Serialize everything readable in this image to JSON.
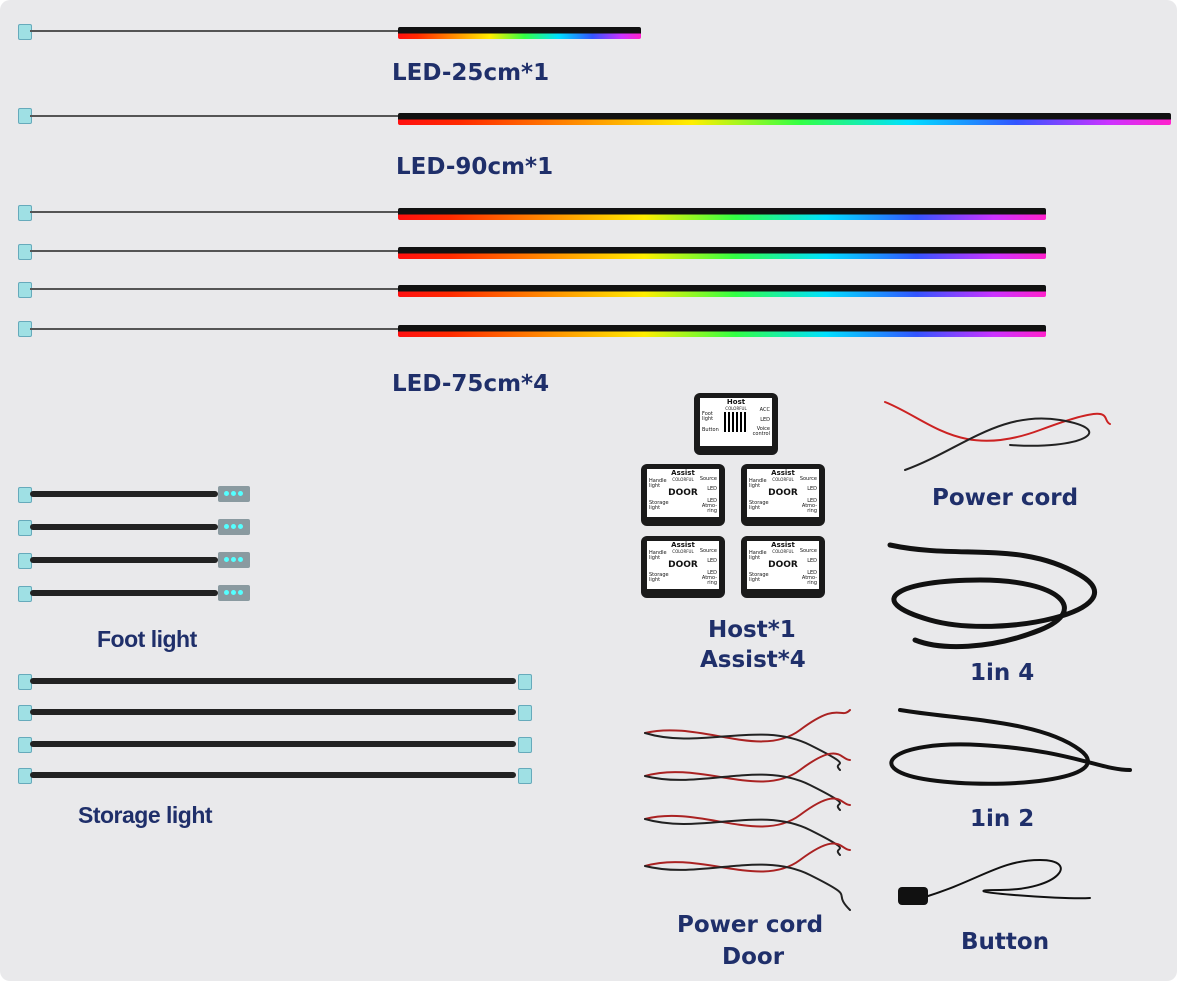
{
  "labels": {
    "led25": "LED-25cm*1",
    "led90": "LED-90cm*1",
    "led75": "LED-75cm*4",
    "foot": "Foot light",
    "storage": "Storage light",
    "host_assist_1": "Host*1",
    "host_assist_2": "Assist*4",
    "power_cord": "Power cord",
    "one_in_four": "1in 4",
    "one_in_two": "1in 2",
    "power_cord_door_1": "Power cord",
    "power_cord_door_2": "Door",
    "button": "Button"
  },
  "host_module": {
    "title": "Host",
    "brand": "COLORFUL",
    "left1": "Foot light",
    "left2": "Button",
    "right1": "ACC",
    "right2": "LED",
    "right3": "Voice control"
  },
  "assist_module": {
    "title": "Assist",
    "brand": "COLORFUL",
    "center": "DOOR",
    "left1": "Handle light",
    "left2": "Storage light",
    "right1": "Source",
    "right2": "LED",
    "right3": "LED Atmo-ring"
  }
}
